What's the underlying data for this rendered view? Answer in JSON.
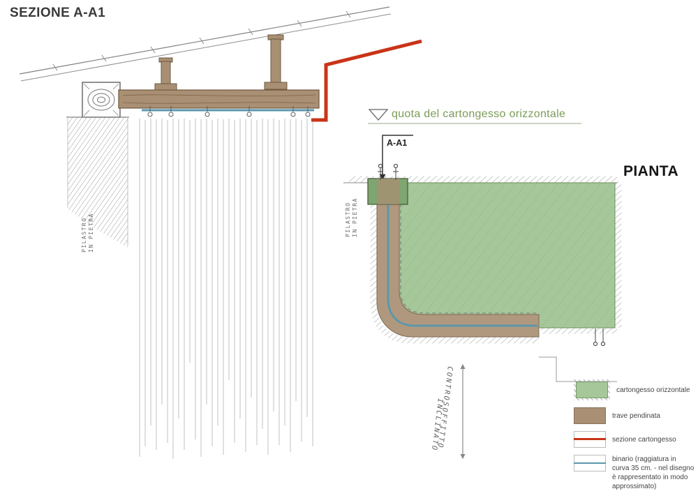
{
  "titles": {
    "section": "SEZIONE A-A1",
    "plan": "PIANTA"
  },
  "annotations": {
    "quota_label": "quota del cartongesso orizzontale",
    "section_marker": "A-A1",
    "pilastro": {
      "line1": "PILASTRO",
      "line2": "IN PIETRA"
    },
    "controsoffitto": {
      "line1": "CONTROSOFFITTO",
      "line2": "INCLINATO"
    }
  },
  "legend": {
    "items": [
      {
        "swatch": "green-fill",
        "label": "cartongesso orizzontale"
      },
      {
        "swatch": "brown-fill",
        "label": "trave pendinata"
      },
      {
        "swatch": "red-line",
        "label": "sezione cartongesso"
      },
      {
        "swatch": "blue-line",
        "label": "binario (raggiatura in curva 35 cm. - nel disegno è rappresentato in modo approssimato)"
      }
    ]
  },
  "colors": {
    "green": "#a6c79a",
    "dark_green": "#7fa571",
    "brown": "#a98f73",
    "red": "#c93418",
    "blue": "#5b97ac",
    "green_text": "#7b9b57"
  }
}
